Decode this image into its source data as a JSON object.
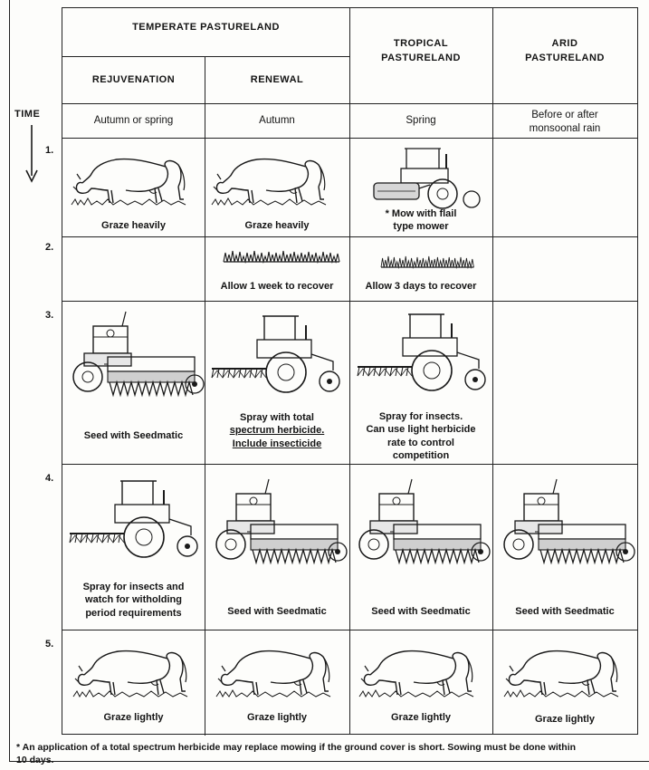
{
  "headers": {
    "temperate": "TEMPERATE PASTURELAND",
    "rejuvenation": "REJUVENATION",
    "renewal": "RENEWAL",
    "tropical_line1": "TROPICAL",
    "tropical_line2": "PASTURELAND",
    "arid_line1": "ARID",
    "arid_line2": "PASTURELAND"
  },
  "time_label": "TIME",
  "timing": {
    "rejuvenation": "Autumn or spring",
    "renewal": "Autumn",
    "tropical": "Spring",
    "arid_line1": "Before or after",
    "arid_line2": "monsoonal rain"
  },
  "row_numbers": [
    "1.",
    "2.",
    "3.",
    "4.",
    "5."
  ],
  "steps": {
    "r1_rejuvenation": "Graze heavily",
    "r1_renewal": "Graze heavily",
    "r1_tropical_line1": "* Mow with flail",
    "r1_tropical_line2": "type mower",
    "r2_renewal": "Allow 1 week to recover",
    "r2_tropical": "Allow 3 days to recover",
    "r3_rejuvenation": "Seed with Seedmatic",
    "r3_renewal_line1": "Spray with total",
    "r3_renewal_line2": "spectrum herbicide.",
    "r3_renewal_line3": "Include insecticide",
    "r3_tropical_line1": "Spray for insects.",
    "r3_tropical_line2": "Can use light herbicide",
    "r3_tropical_line3": "rate to control",
    "r3_tropical_line4": "competition",
    "r4_rejuvenation_line1": "Spray for insects and",
    "r4_rejuvenation_line2": "watch for witholding",
    "r4_rejuvenation_line3": "period requirements",
    "r4_renewal": "Seed with Seedmatic",
    "r4_tropical": "Seed with Seedmatic",
    "r4_arid": "Seed with Seedmatic",
    "r5_rejuvenation": "Graze lightly",
    "r5_renewal": "Graze lightly",
    "r5_tropical": "Graze lightly",
    "r5_arid": "Graze lightly"
  },
  "footnote_line1": "* An application of a total spectrum herbicide may replace mowing if the ground cover is short. Sowing must be done within",
  "footnote_line2": "10 days.",
  "icons": [
    "cow-icon",
    "flail-mower-tractor-icon",
    "grass-stubble-icon",
    "seeder-tractor-icon",
    "sprayer-tractor-icon"
  ]
}
